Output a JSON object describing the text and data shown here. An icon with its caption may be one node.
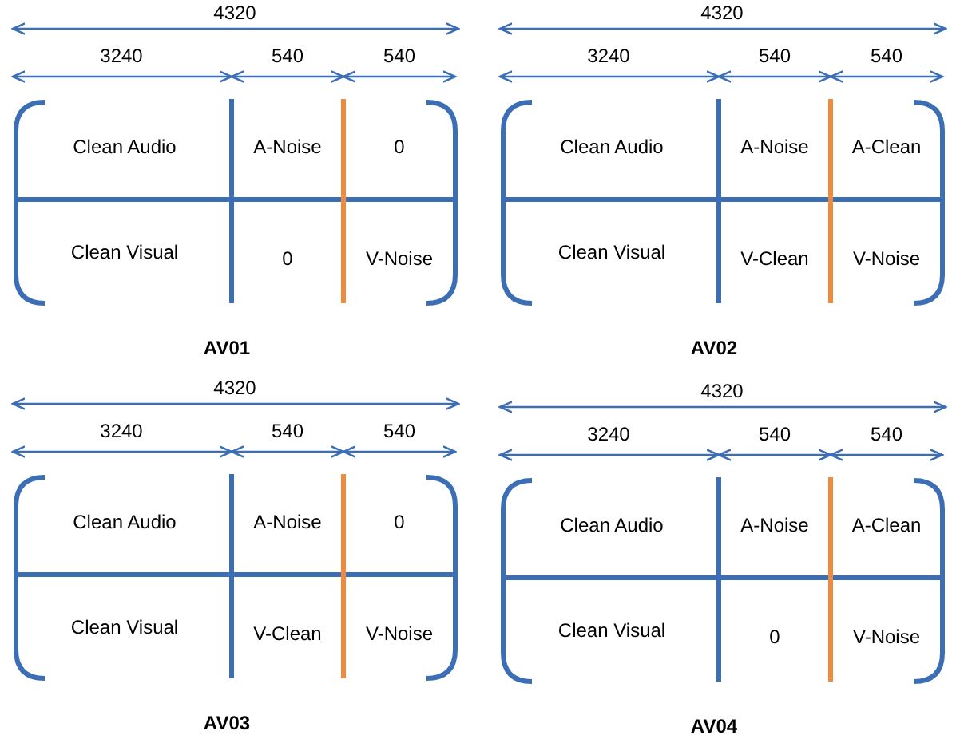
{
  "diagram": {
    "labels": [
      "4320",
      "3240",
      "540",
      "540",
      "Clean Audio",
      "A-Noise",
      "0",
      "Clean Visual",
      "0",
      "V-Noise",
      "AV01",
      "4320",
      "3240",
      "540",
      "540",
      "Clean Audio",
      "A-Noise",
      "A-Clean",
      "Clean Visual",
      "V-Clean",
      "V-Noise",
      "AV02",
      "4320",
      "3240",
      "540",
      "540",
      "Clean Audio",
      "A-Noise",
      "0",
      "Clean Visual",
      "V-Clean",
      "V-Noise",
      "AV03",
      "4320",
      "3240",
      "540",
      "540",
      "Clean Audio",
      "A-Noise",
      "A-Clean",
      "Clean Visual",
      "0",
      "V-Noise",
      "AV04"
    ]
  }
}
